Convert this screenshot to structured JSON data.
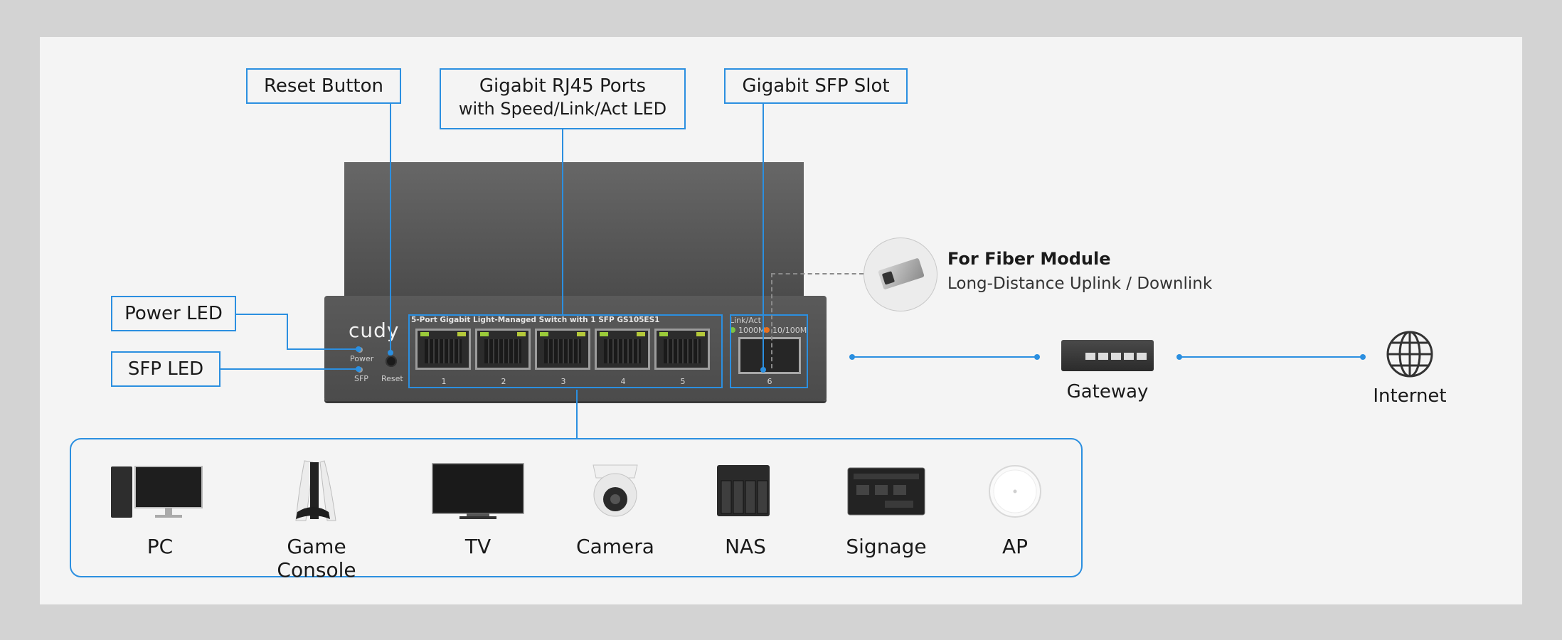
{
  "callouts": {
    "reset": "Reset Button",
    "ports_line1": "Gigabit RJ45 Ports",
    "ports_line2": "with Speed/Link/Act LED",
    "sfp_slot": "Gigabit SFP Slot",
    "power_led": "Power LED",
    "sfp_led": "SFP LED"
  },
  "switch": {
    "brand": "cudy",
    "model_text": "5-Port Gigabit Light-Managed Switch with 1 SFP    GS105ES1",
    "power_label": "Power",
    "sfp_label": "SFP",
    "reset_label": "Reset",
    "link_act": "Link/Act",
    "speed_1000": "1000M",
    "speed_10_100": "10/100M",
    "ports": [
      "1",
      "2",
      "3",
      "4",
      "5"
    ],
    "sfp_port": "6"
  },
  "fiber": {
    "title": "For Fiber Module",
    "subtitle": "Long-Distance Uplink / Downlink"
  },
  "network": {
    "gateway": "Gateway",
    "internet": "Internet"
  },
  "devices": [
    "PC",
    "Game Console",
    "TV",
    "Camera",
    "NAS",
    "Signage",
    "AP"
  ],
  "colors": {
    "accent": "#2b8fe0",
    "led_green": "#7cc242",
    "led_orange": "#e8701e"
  }
}
